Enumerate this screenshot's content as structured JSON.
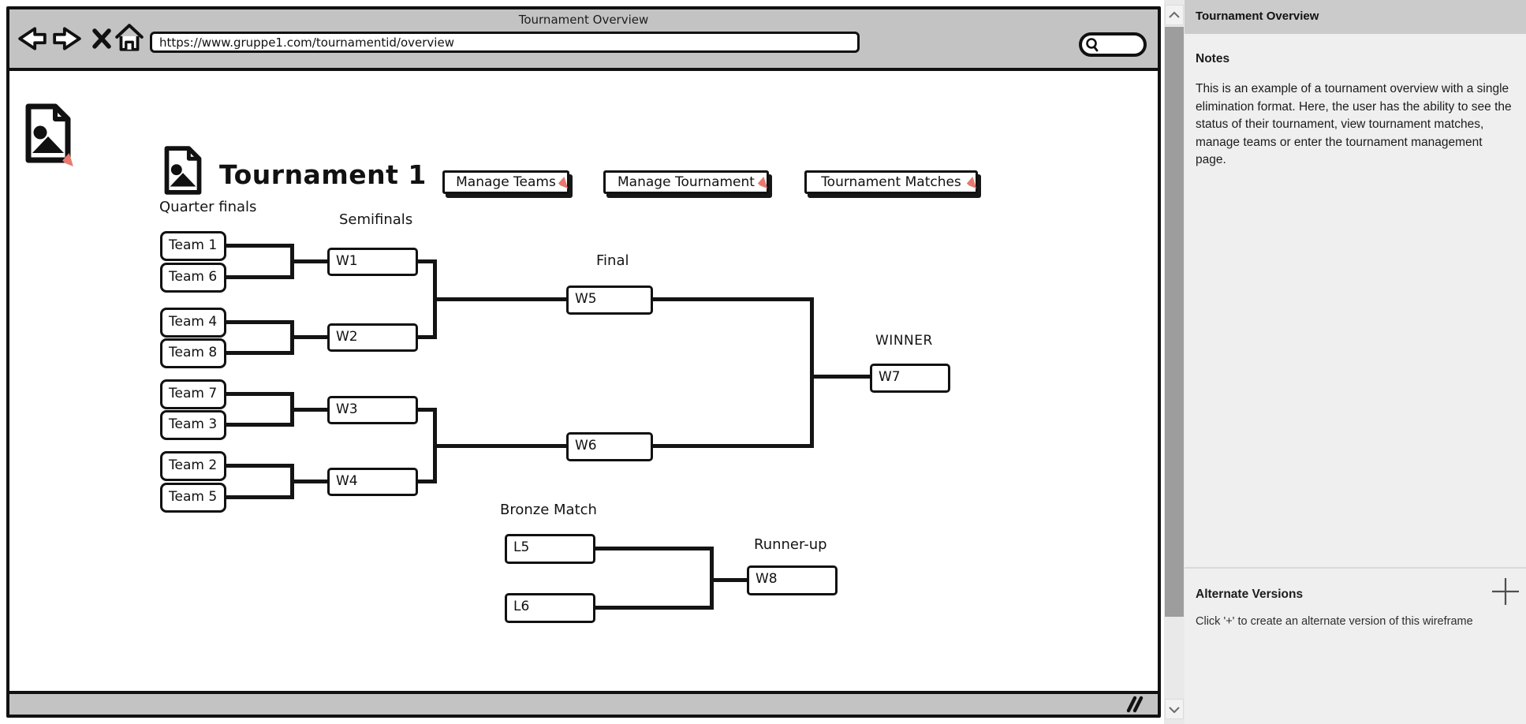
{
  "window": {
    "title": "Tournament Overview",
    "url": "https://www.gruppe1.com/tournamentid/overview"
  },
  "canvas": {
    "heading": "Tournament 1",
    "nav_buttons": [
      "Manage Teams",
      "Manage Tournament",
      "Tournament Matches"
    ],
    "labels": {
      "quarter_finals": "Quarter finals",
      "semifinals": "Semifinals",
      "final": "Final",
      "winner": "WINNER",
      "bronze_match": "Bronze Match",
      "runner_up": "Runner-up"
    },
    "teams": [
      "Team 1",
      "Team 6",
      "Team 4",
      "Team 8",
      "Team 7",
      "Team 3",
      "Team 2",
      "Team 5"
    ],
    "semifinal_slots": [
      "W1",
      "W2",
      "W3",
      "W4"
    ],
    "final_slots": [
      "W5",
      "W6"
    ],
    "winner_slot": "W7",
    "bronze_slots": [
      "L5",
      "L6"
    ],
    "runner_up_slot": "W8"
  },
  "sidebar": {
    "title": "Tournament Overview",
    "notes_heading": "Notes",
    "notes_text": "This is an example of a tournament overview with a single elimination format. Here, the user has the ability to see the status of their tournament, view tournament matches, manage teams or enter the tournament management page.",
    "alternate_heading": "Alternate Versions",
    "alternate_hint": "Click '+' to create an alternate version of this wireframe"
  },
  "colors": {
    "chrome_gray": "#c3c3c3",
    "ink": "#111111",
    "link_marker": "#e8796f",
    "sidebar_bg": "#efefef",
    "sidebar_header_bg": "#cbcbcb",
    "scroll_thumb": "#9d9d9d"
  }
}
